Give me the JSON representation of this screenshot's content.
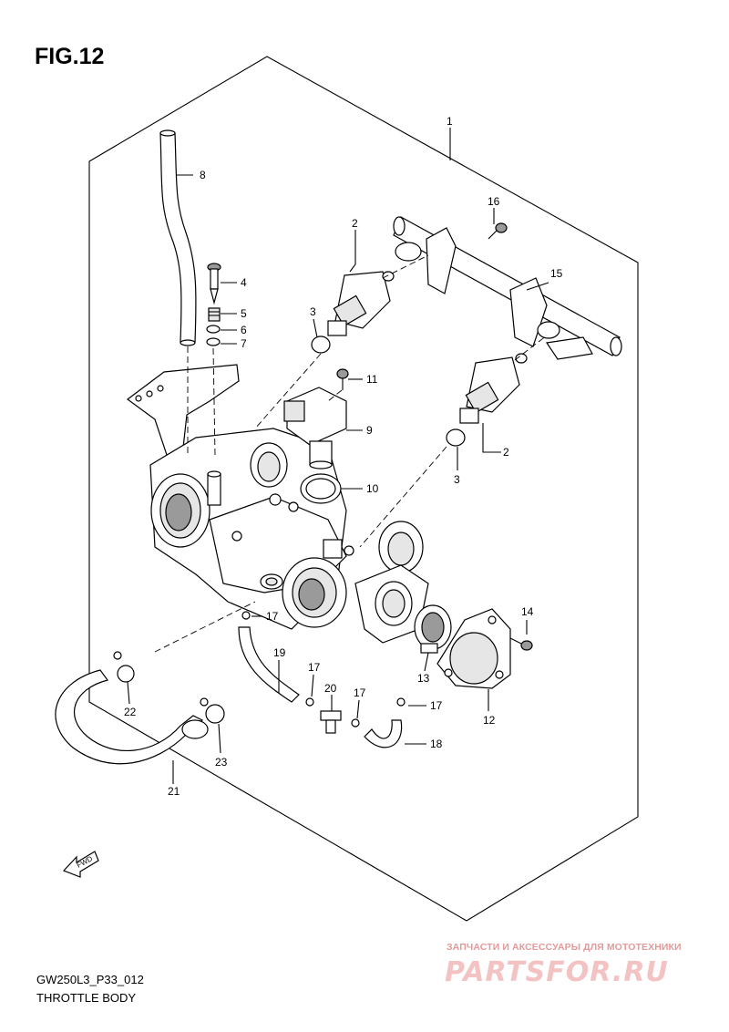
{
  "figure": {
    "title": "FIG.12",
    "code": "GW250L3_P33_012",
    "caption": "THROTTLE BODY"
  },
  "watermark": {
    "text_top": "ЗАПЧАСТИ И АКСЕССУАРЫ ДЛЯ МОТОТЕХНИКИ",
    "logo": "PARTSFOR.RU"
  },
  "fwd_label": "FWD",
  "callouts": [
    "1",
    "8",
    "16",
    "2",
    "15",
    "4",
    "5",
    "6",
    "7",
    "3",
    "11",
    "9",
    "2",
    "10",
    "3",
    "14",
    "17",
    "19",
    "17",
    "20",
    "17",
    "17",
    "13",
    "22",
    "18",
    "12",
    "23",
    "21"
  ]
}
